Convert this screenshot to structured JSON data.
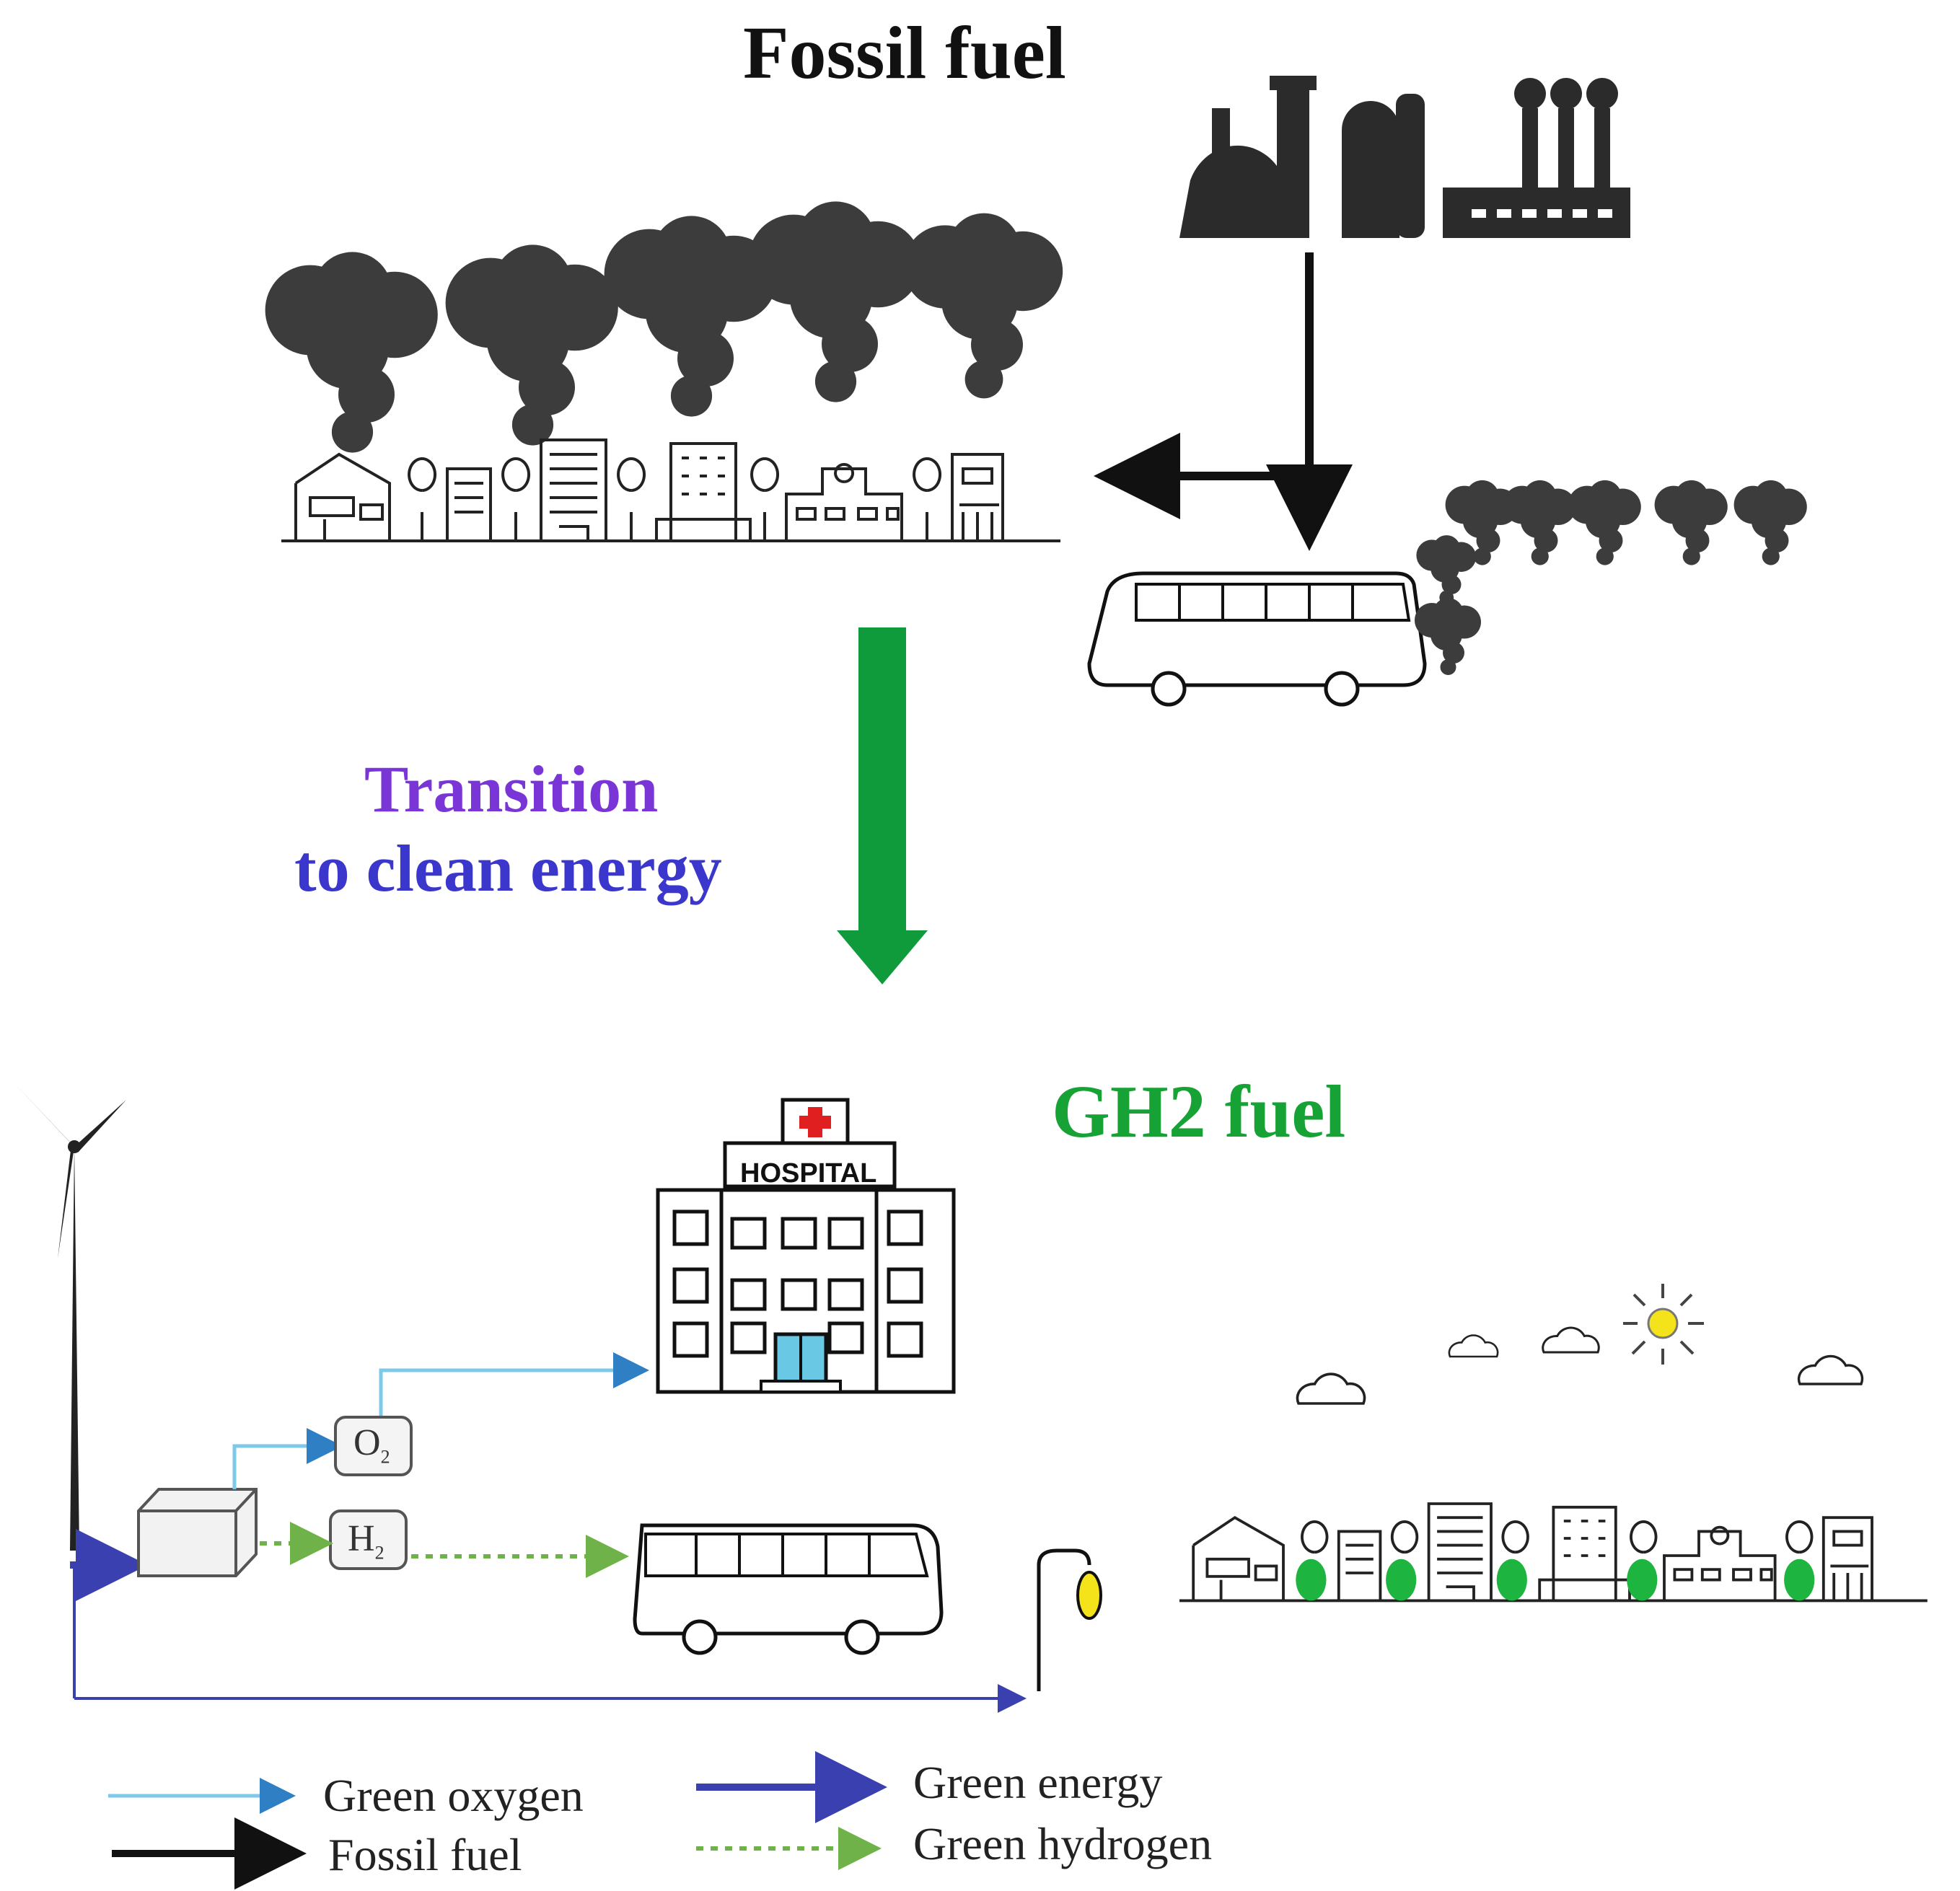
{
  "title_top": "Fossil fuel",
  "transition": {
    "line1": "Transition",
    "line2": "to clean energy"
  },
  "title_bottom": "GH2 fuel",
  "hospital_sign": "HOSPITAL",
  "tank_o2": "O",
  "tank_o2_sub": "2",
  "tank_h2": "H",
  "tank_h2_sub": "2",
  "legend": {
    "green_oxygen": "Green oxygen",
    "fossil_fuel": "Fossil fuel",
    "green_energy": "Green energy",
    "green_hydrogen": "Green hydrogen"
  },
  "colors": {
    "fossil": "#111111",
    "smoke": "#3c3c3c",
    "transition_arrow": "#0f9a3c",
    "transition_text_top": "#9a33d8",
    "transition_text_bottom": "#2a35c8",
    "gh2_text": "#17a235",
    "oxygen_line": "#7ec8ea",
    "oxygen_head": "#2f7fc4",
    "energy_line": "#3b40b0",
    "hydrogen_line": "#6fb24a",
    "tree_green": "#1db43f",
    "sun_yellow": "#f4e21a",
    "hospital_cross": "#e02020",
    "hospital_door": "#69c8e3"
  },
  "icons": [
    "factory-icon",
    "smoke-icon",
    "city-skyline-icon",
    "bus-icon",
    "hospital-icon",
    "wind-turbine-icon",
    "electrolyzer-icon",
    "street-lamp-icon",
    "sun-icon",
    "cloud-icon",
    "tree-icon"
  ]
}
